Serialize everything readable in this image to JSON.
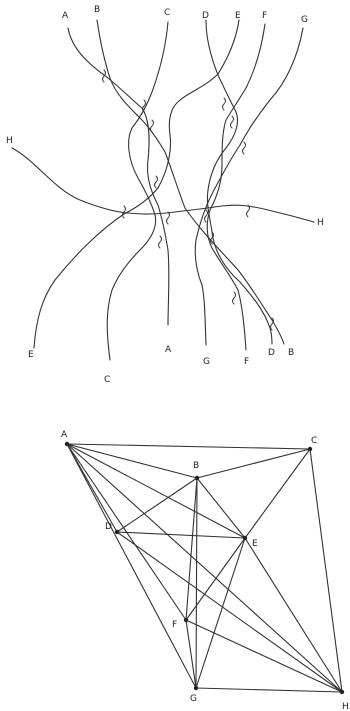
{
  "top_figure": {
    "top_labels": [
      "A",
      "B",
      "C",
      "D",
      "E",
      "F",
      "G"
    ],
    "side_labels": [
      "H",
      "H"
    ],
    "bottom_labels": [
      "E",
      "C",
      "A",
      "G",
      "F",
      "D",
      "B"
    ]
  },
  "graph": {
    "nodes": [
      "A",
      "B",
      "C",
      "D",
      "E",
      "F",
      "G",
      "H"
    ],
    "edges": [
      [
        "A",
        "B"
      ],
      [
        "A",
        "C"
      ],
      [
        "A",
        "D"
      ],
      [
        "A",
        "E"
      ],
      [
        "A",
        "F"
      ],
      [
        "A",
        "G"
      ],
      [
        "A",
        "H"
      ],
      [
        "B",
        "C"
      ],
      [
        "B",
        "D"
      ],
      [
        "B",
        "E"
      ],
      [
        "B",
        "F"
      ],
      [
        "B",
        "G"
      ],
      [
        "C",
        "E"
      ],
      [
        "C",
        "H"
      ],
      [
        "D",
        "E"
      ],
      [
        "D",
        "H"
      ],
      [
        "E",
        "F"
      ],
      [
        "E",
        "G"
      ],
      [
        "E",
        "H"
      ],
      [
        "F",
        "G"
      ],
      [
        "F",
        "H"
      ],
      [
        "G",
        "H"
      ]
    ]
  }
}
